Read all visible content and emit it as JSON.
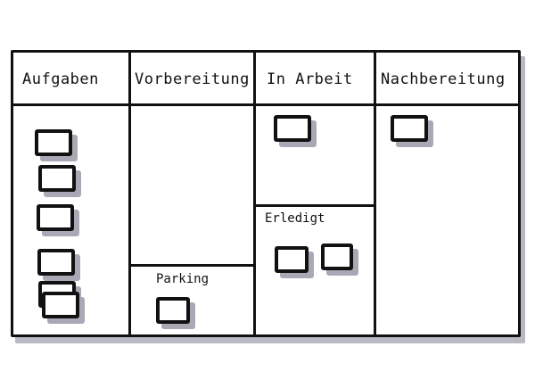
{
  "board": {
    "columns": [
      {
        "label": "Aufgaben",
        "cards": 6
      },
      {
        "label": "Vorbereitung",
        "cards": 0
      },
      {
        "label": "In Arbeit",
        "cards": 1
      },
      {
        "label": "Nachbereitung",
        "cards": 1
      }
    ],
    "sections": {
      "parking": {
        "label": "Parking",
        "cards": 1
      },
      "erledigt": {
        "label": "Erledigt",
        "cards": 2
      }
    }
  }
}
